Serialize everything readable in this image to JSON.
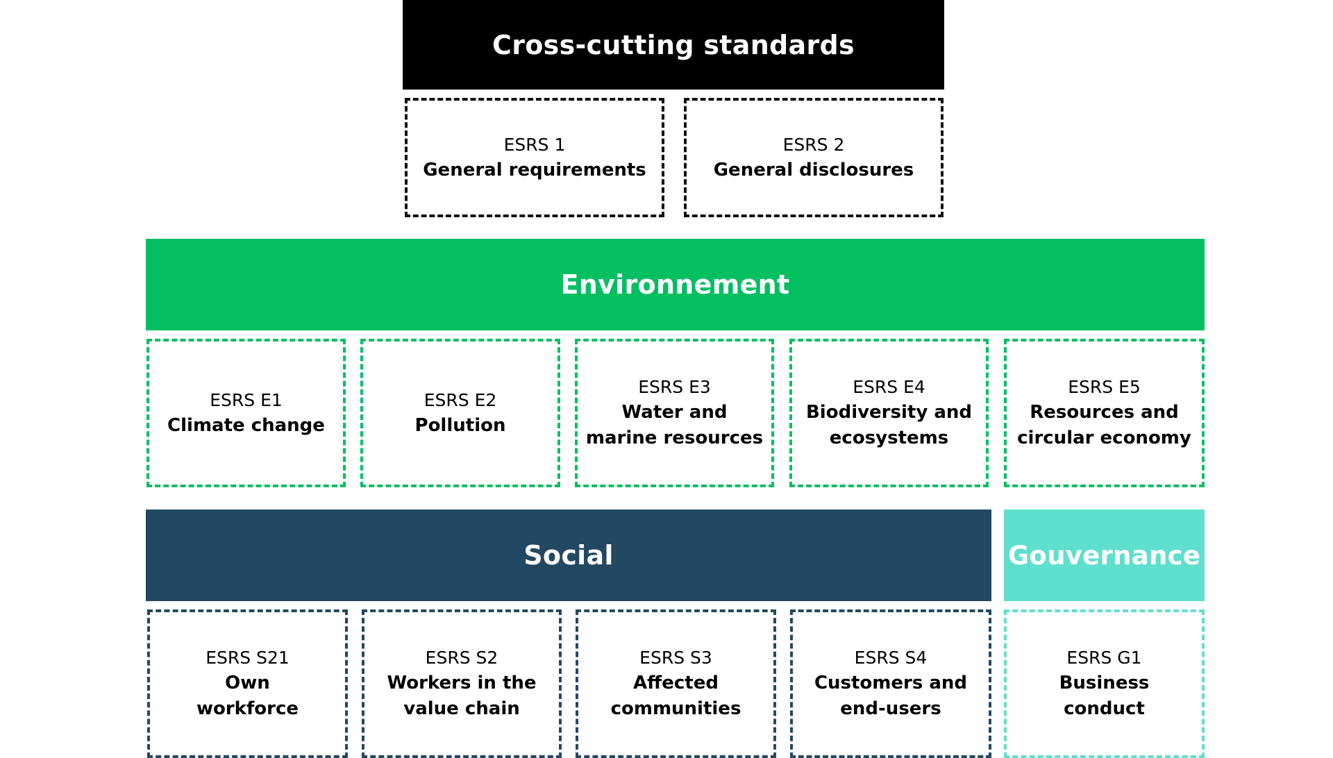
{
  "colors": {
    "cross_cutting": "#000000",
    "environment": "#02bf62",
    "social": "#234862",
    "governance": "#5fdfcd"
  },
  "cross_cutting": {
    "title": "Cross-cutting standards",
    "items": [
      {
        "code": "ESRS 1",
        "label": "General requirements"
      },
      {
        "code": "ESRS 2",
        "label": "General disclosures"
      }
    ]
  },
  "environment": {
    "title": "Environnement",
    "items": [
      {
        "code": "ESRS E1",
        "label": "Climate change"
      },
      {
        "code": "ESRS E2",
        "label": "Pollution"
      },
      {
        "code": "ESRS E3",
        "label": "Water and marine resources"
      },
      {
        "code": "ESRS E4",
        "label": "Biodiversity and ecosystems"
      },
      {
        "code": "ESRS E5",
        "label": "Resources and circular economy"
      }
    ]
  },
  "social": {
    "title": "Social",
    "items": [
      {
        "code": "ESRS S21",
        "label": "Own workforce"
      },
      {
        "code": "ESRS S2",
        "label": "Workers in the value chain"
      },
      {
        "code": "ESRS S3",
        "label": "Affected communities"
      },
      {
        "code": "ESRS S4",
        "label": "Customers and end-users"
      }
    ]
  },
  "governance": {
    "title": "Gouvernance",
    "items": [
      {
        "code": "ESRS G1",
        "label": "Business conduct"
      }
    ]
  }
}
